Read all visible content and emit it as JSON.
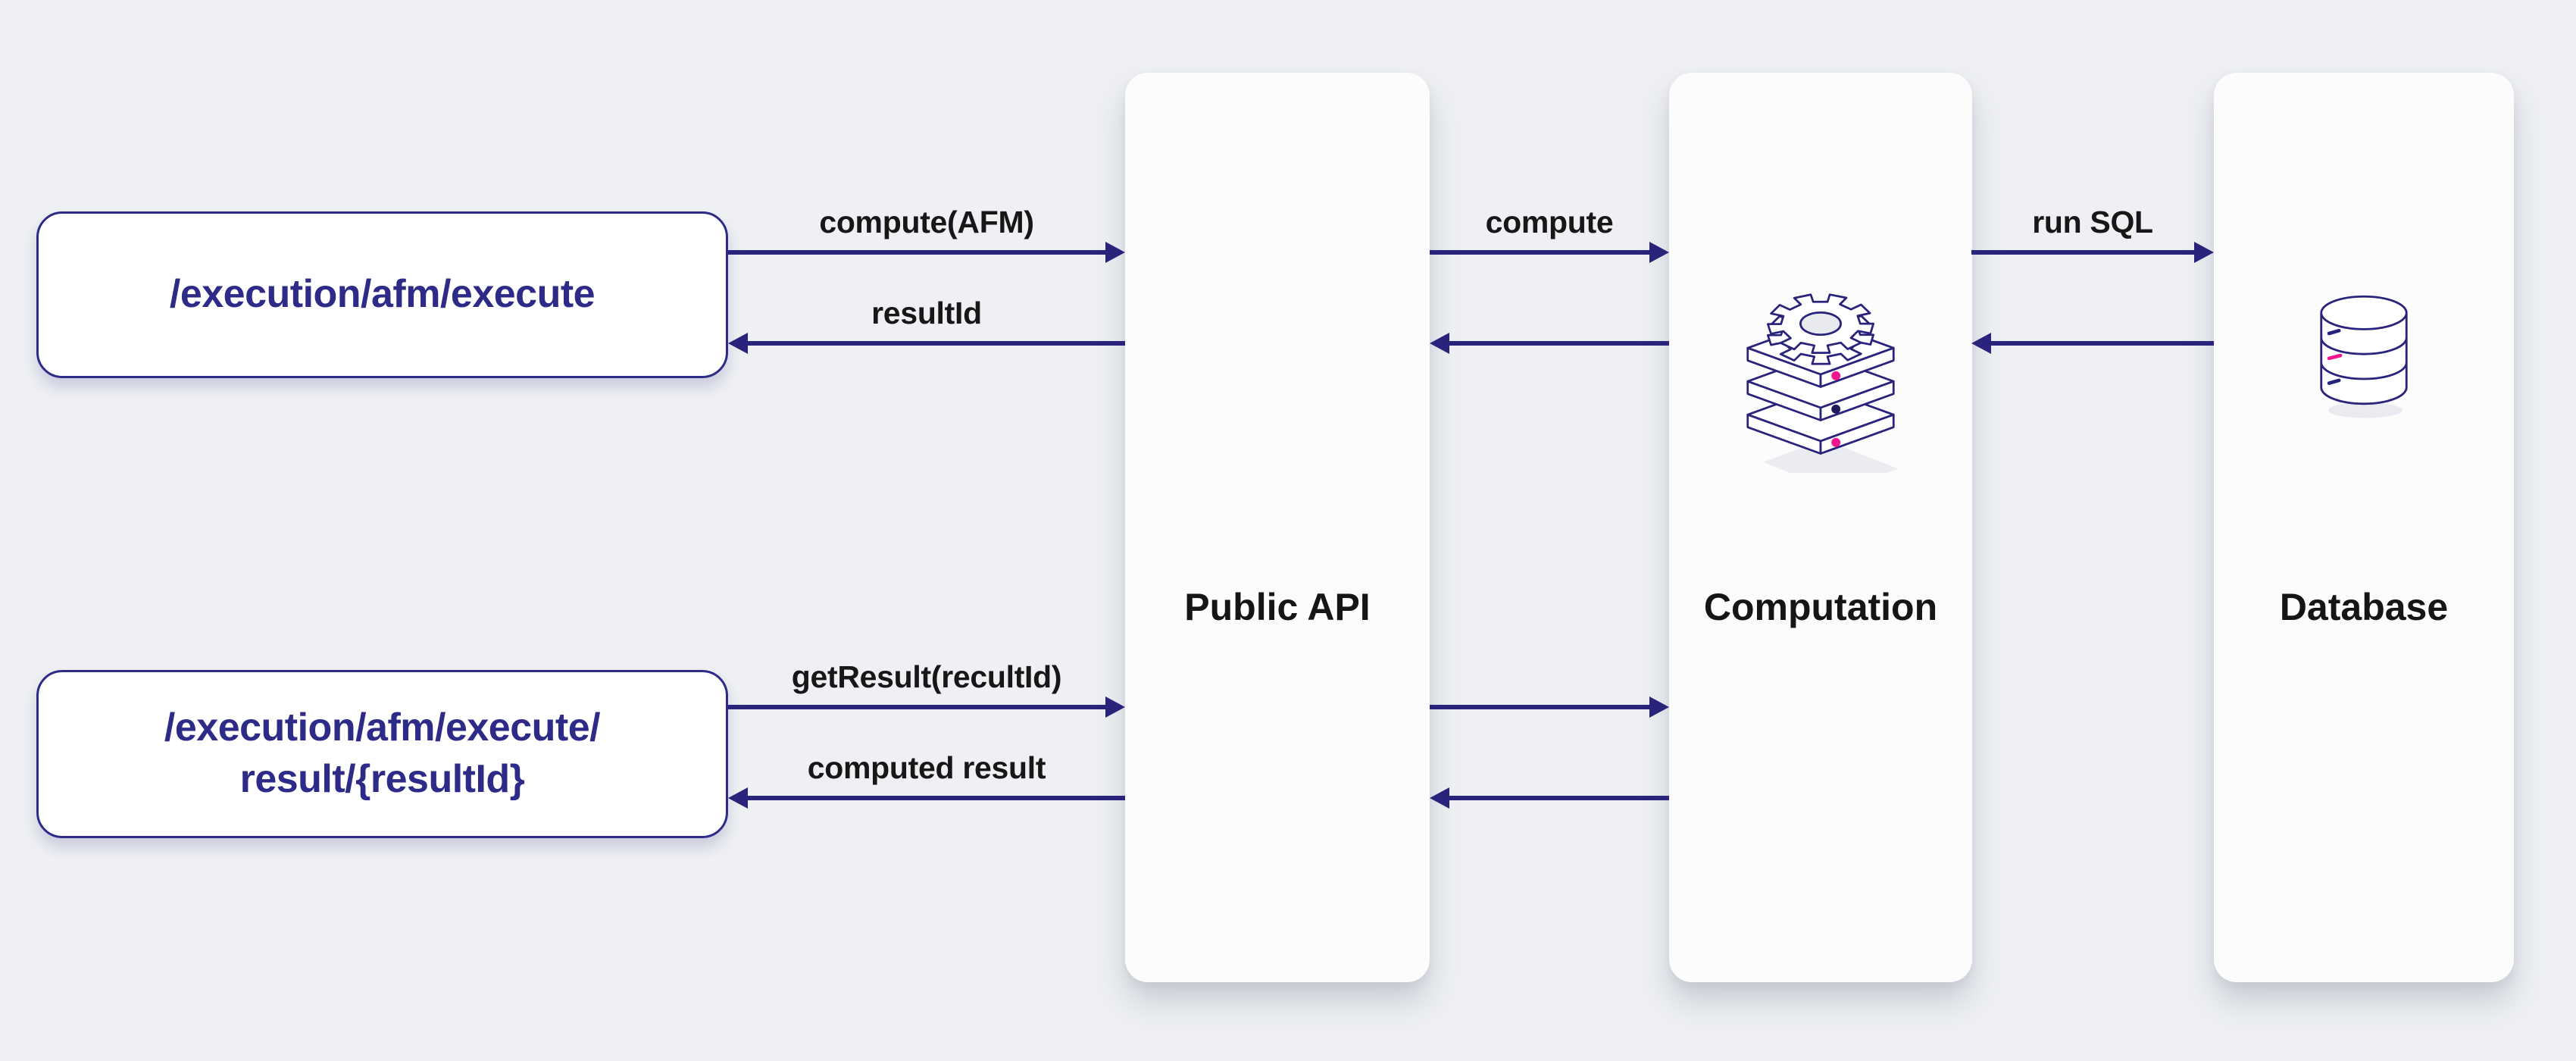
{
  "colors": {
    "background": "#eef0f3",
    "navy": "#29237c",
    "pink": "#f0168e",
    "dark_dot": "#1d1b5e"
  },
  "endpoints": [
    {
      "label": "/execution/afm/execute"
    },
    {
      "label": "/execution/afm/execute/\nresult/{resultId}"
    }
  ],
  "services": [
    {
      "title": "Public API"
    },
    {
      "title": "Computation",
      "icon": "computation-stack-icon"
    },
    {
      "title": "Database",
      "icon": "database-icon"
    }
  ],
  "arrows": [
    {
      "label": "compute(AFM)",
      "direction": "right",
      "from": "/execution/afm/execute",
      "to": "Public API"
    },
    {
      "label": "compute",
      "direction": "right",
      "from": "Public API",
      "to": "Computation"
    },
    {
      "label": "run SQL",
      "direction": "right",
      "from": "Computation",
      "to": "Database"
    },
    {
      "label": "resultId",
      "direction": "left",
      "from": "Public API",
      "to": "/execution/afm/execute"
    },
    {
      "label": "",
      "direction": "left",
      "from": "Computation",
      "to": "Public API"
    },
    {
      "label": "",
      "direction": "left",
      "from": "Database",
      "to": "Computation"
    },
    {
      "label": "getResult(recultId)",
      "direction": "right",
      "from": "/execution/afm/execute/result/{resultId}",
      "to": "Public API"
    },
    {
      "label": "",
      "direction": "right",
      "from": "Public API",
      "to": "Computation"
    },
    {
      "label": "computed result",
      "direction": "left",
      "from": "Public API",
      "to": "/execution/afm/execute/result/{resultId}"
    },
    {
      "label": "",
      "direction": "left",
      "from": "Computation",
      "to": "Public API"
    }
  ]
}
